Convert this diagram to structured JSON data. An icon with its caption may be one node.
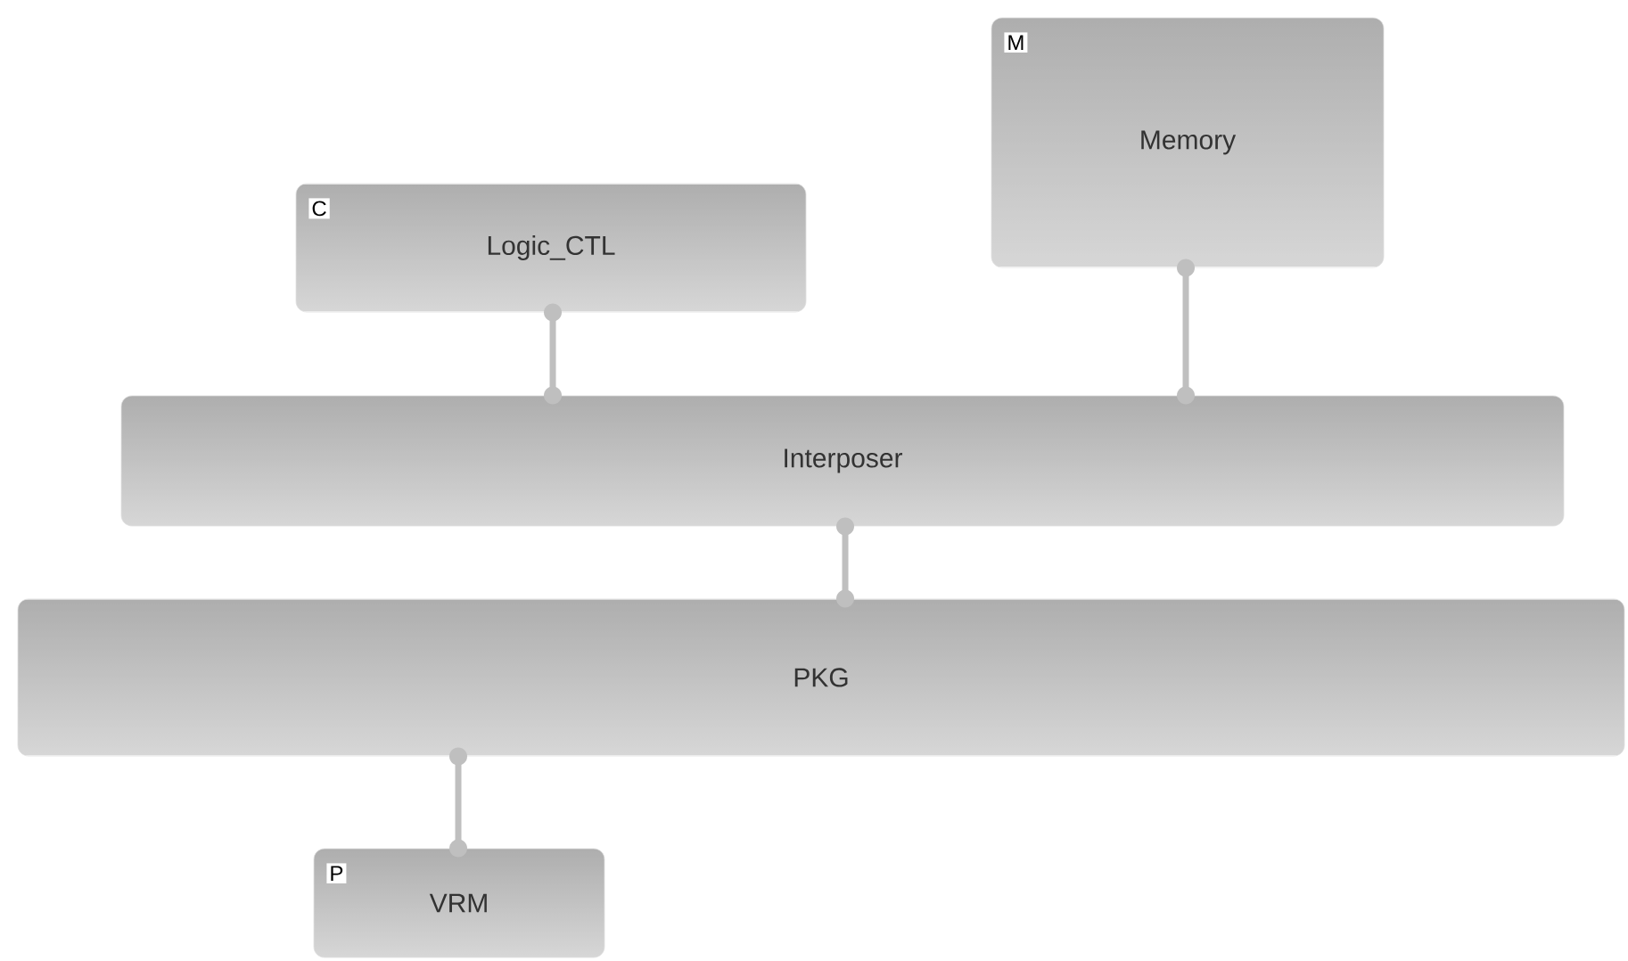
{
  "diagram": {
    "nodes": [
      {
        "text": [
          "M",
          "Memory"
        ]
      },
      {
        "text": [
          "C",
          "Logic_CTL"
        ]
      },
      {
        "text": [
          "Interposer"
        ]
      },
      {
        "text": [
          "PKG"
        ]
      },
      {
        "text": [
          "P",
          "VRM"
        ]
      }
    ],
    "edges": [
      {
        "from": 1,
        "to": 2,
        "arrow": "other"
      },
      {
        "from": 0,
        "to": 2,
        "arrow": "other"
      },
      {
        "from": 2,
        "to": 3,
        "arrow": "other"
      },
      {
        "from": 3,
        "to": 4,
        "arrow": "other"
      }
    ]
  }
}
